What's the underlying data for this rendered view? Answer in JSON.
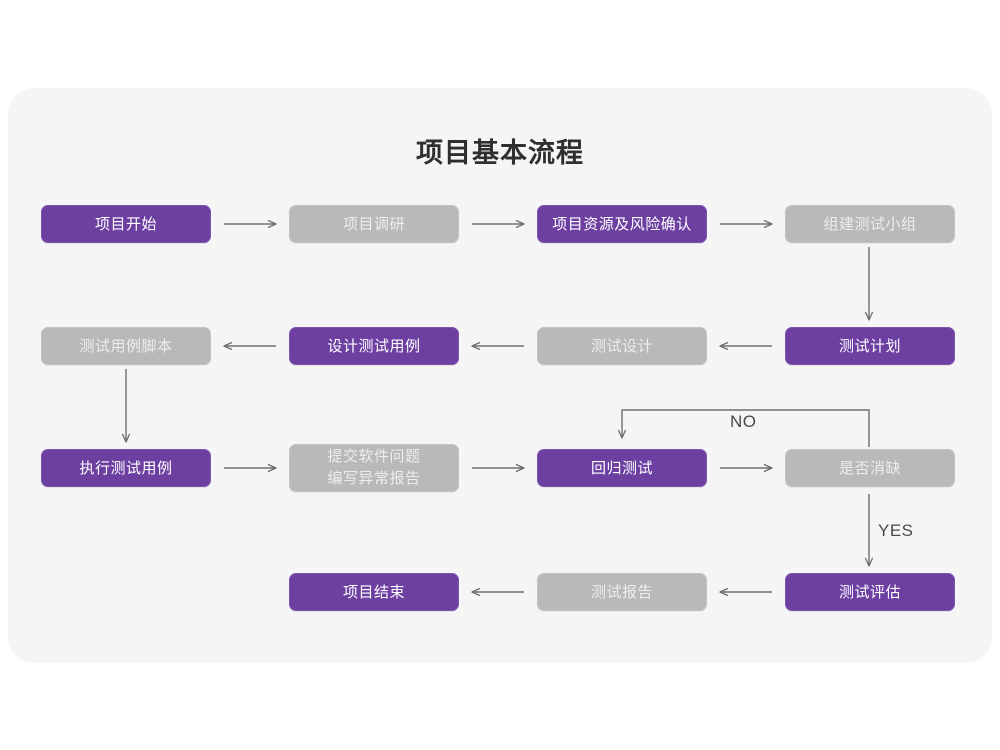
{
  "diagram": {
    "title": "项目基本流程",
    "colors": {
      "purple": "#6c3fa1",
      "gray": "#b9b9b9",
      "card_background": "#f5f5f5",
      "page_background": "#ffffff",
      "arrow": "#6e6e6e",
      "title_text": "#2f2f2f"
    },
    "nodes": [
      {
        "id": "n1",
        "label": "项目开始",
        "style": "purple",
        "row": 1,
        "col": 1
      },
      {
        "id": "n2",
        "label": "项目调研",
        "style": "gray",
        "row": 1,
        "col": 2
      },
      {
        "id": "n3",
        "label": "项目资源及风险确认",
        "style": "purple",
        "row": 1,
        "col": 3
      },
      {
        "id": "n4",
        "label": "组建测试小组",
        "style": "gray",
        "row": 1,
        "col": 4
      },
      {
        "id": "n5",
        "label": "测试用例脚本",
        "style": "gray",
        "row": 2,
        "col": 1
      },
      {
        "id": "n6",
        "label": "设计测试用例",
        "style": "purple",
        "row": 2,
        "col": 2
      },
      {
        "id": "n7",
        "label": "测试设计",
        "style": "gray",
        "row": 2,
        "col": 3
      },
      {
        "id": "n8",
        "label": "测试计划",
        "style": "purple",
        "row": 2,
        "col": 4
      },
      {
        "id": "n9",
        "label": "执行测试用例",
        "style": "purple",
        "row": 3,
        "col": 1
      },
      {
        "id": "n10",
        "label": "提交软件问题\n编写异常报告",
        "style": "gray",
        "row": 3,
        "col": 2
      },
      {
        "id": "n11",
        "label": "回归测试",
        "style": "purple",
        "row": 3,
        "col": 3
      },
      {
        "id": "n12",
        "label": "是否消缺",
        "style": "gray",
        "row": 3,
        "col": 4
      },
      {
        "id": "n13",
        "label": "项目结束",
        "style": "purple",
        "row": 4,
        "col": 2
      },
      {
        "id": "n14",
        "label": "测试报告",
        "style": "gray",
        "row": 4,
        "col": 3
      },
      {
        "id": "n15",
        "label": "测试评估",
        "style": "purple",
        "row": 4,
        "col": 4
      }
    ],
    "edge_labels": {
      "no": "NO",
      "yes": "YES"
    },
    "edges": [
      {
        "from": "n1",
        "to": "n2",
        "direction": "right"
      },
      {
        "from": "n2",
        "to": "n3",
        "direction": "right"
      },
      {
        "from": "n3",
        "to": "n4",
        "direction": "right"
      },
      {
        "from": "n4",
        "to": "n8",
        "direction": "down"
      },
      {
        "from": "n8",
        "to": "n7",
        "direction": "left"
      },
      {
        "from": "n7",
        "to": "n6",
        "direction": "left"
      },
      {
        "from": "n6",
        "to": "n5",
        "direction": "left"
      },
      {
        "from": "n5",
        "to": "n9",
        "direction": "down"
      },
      {
        "from": "n9",
        "to": "n10",
        "direction": "right"
      },
      {
        "from": "n10",
        "to": "n11",
        "direction": "right"
      },
      {
        "from": "n11",
        "to": "n12",
        "direction": "right"
      },
      {
        "from": "n12",
        "to": "n11",
        "direction": "loop-up-left",
        "label": "NO"
      },
      {
        "from": "n12",
        "to": "n15",
        "direction": "down",
        "label": "YES"
      },
      {
        "from": "n15",
        "to": "n14",
        "direction": "left"
      },
      {
        "from": "n14",
        "to": "n13",
        "direction": "left"
      }
    ]
  }
}
